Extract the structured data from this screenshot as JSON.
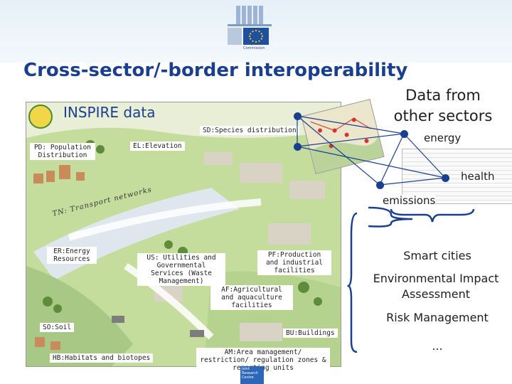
{
  "header": {
    "eu_caption": "European Commission",
    "title": "Cross-sector/-border interoperability"
  },
  "inspire": {
    "title": "INSPIRE data",
    "themes": {
      "pd": "PD: Population Distribution",
      "sd": "SD:Species distribution",
      "el": "EL:Elevation",
      "tn": "TN: Transport networks",
      "er": "ER:Energy Resources",
      "us": "US: Utilities and Governmental Services (Waste Management)",
      "pf": "PF:Production and industrial facilities",
      "af": "AF:Agricultural and aquaculture facilities",
      "so": "SO:Soil",
      "bu": "BU:Buildings",
      "hb": "HB:Habitats and biotopes",
      "am": "AM:Area management/ restriction/ regulation zones & reporting units"
    }
  },
  "other_sectors": {
    "title": "Data from other sectors",
    "tags": {
      "energy": "energy",
      "health": "health",
      "emissions": "emissions"
    }
  },
  "use_cases": {
    "smart_cities": "Smart cities",
    "eia": "Environmental Impact Assessment",
    "risk": "Risk Management",
    "more": "..."
  },
  "footer": {
    "jrc_caption": "Joint Research Centre"
  },
  "colors": {
    "title_blue": "#1a3f8f",
    "node_blue": "#1a3f8f",
    "map_green": "#bfd89a"
  }
}
